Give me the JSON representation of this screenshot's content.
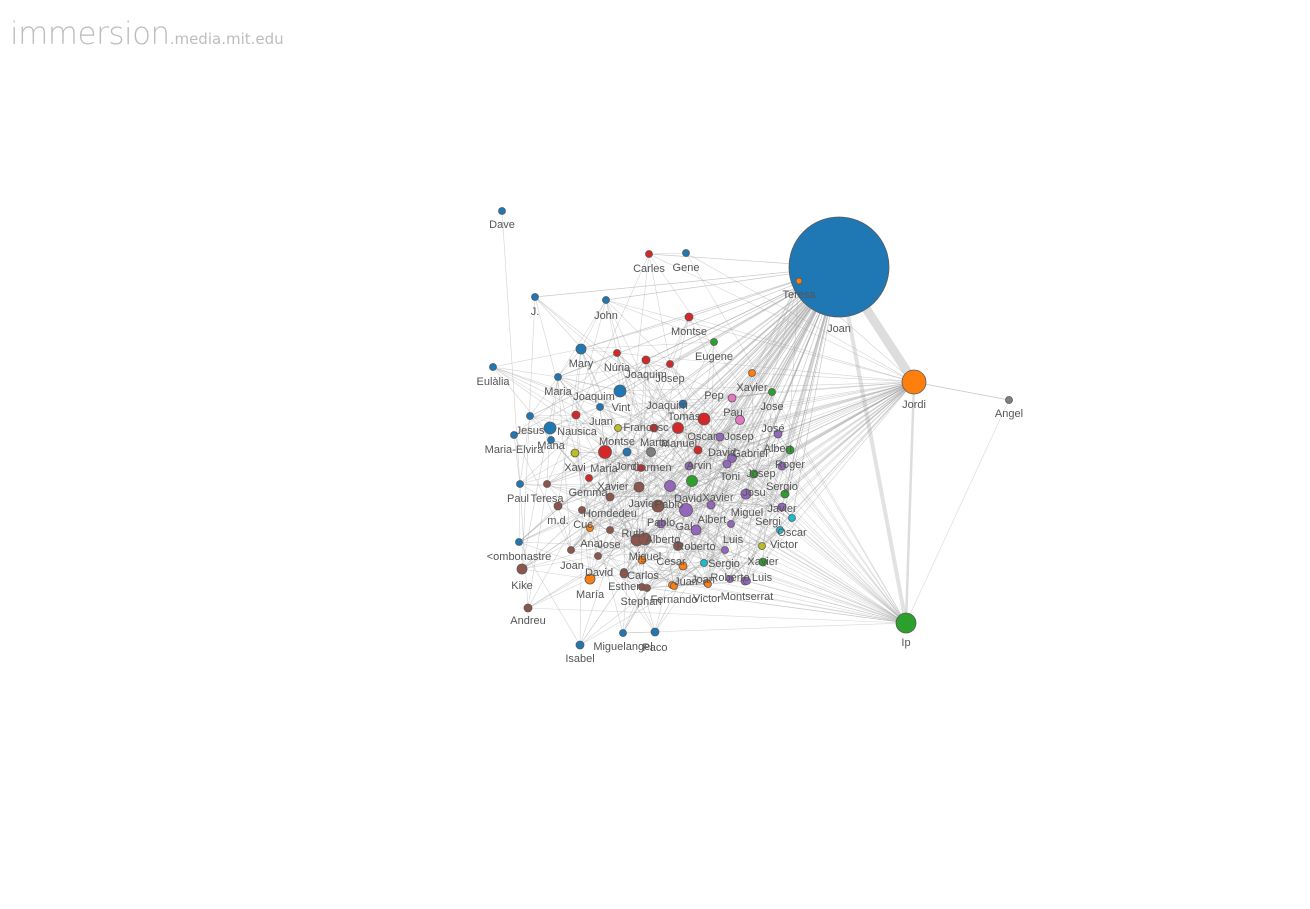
{
  "header": {
    "logo_main": "immersion",
    "logo_domain": ".media.mit.edu"
  },
  "colors": {
    "blue": "#1f77b4",
    "orange": "#ff7f0e",
    "green": "#2ca02c",
    "red": "#d62728",
    "purple": "#9467bd",
    "brown": "#8c564b",
    "pink": "#e377c2",
    "grey": "#7f7f7f",
    "olive": "#bcbd22",
    "cyan": "#17becf",
    "edge": "#9e9e9e"
  },
  "hubs": [
    {
      "id": "joan",
      "label": "Joan",
      "color": "blue"
    },
    {
      "id": "jordi",
      "label": "Jordi",
      "color": "orange"
    },
    {
      "id": "ip",
      "label": "Ip",
      "color": "green"
    },
    {
      "id": "angel",
      "label": "Angel",
      "color": "grey"
    }
  ],
  "contacts": [
    {
      "label": "Dave",
      "color": "blue"
    },
    {
      "label": "Carles",
      "color": "red"
    },
    {
      "label": "Gene",
      "color": "blue"
    },
    {
      "label": "Teresa",
      "color": "orange"
    },
    {
      "label": "J.",
      "color": "blue"
    },
    {
      "label": "John",
      "color": "blue"
    },
    {
      "label": "Montse",
      "color": "red"
    },
    {
      "label": "Eugene",
      "color": "green"
    },
    {
      "label": "Mary",
      "color": "blue"
    },
    {
      "label": "Núria",
      "color": "red"
    },
    {
      "label": "Eulàlia",
      "color": "blue"
    },
    {
      "label": "Joaquim",
      "color": "red"
    },
    {
      "label": "Josep",
      "color": "red"
    },
    {
      "label": "Maria",
      "color": "blue"
    },
    {
      "label": "Joaquim",
      "color": "blue"
    },
    {
      "label": "Xavier",
      "color": "orange"
    },
    {
      "label": "Pep",
      "color": "pink"
    },
    {
      "label": "Vint",
      "color": "blue"
    },
    {
      "label": "Joaquim",
      "color": "blue"
    },
    {
      "label": "Jose",
      "color": "green"
    },
    {
      "label": "Pau",
      "color": "pink"
    },
    {
      "label": "Tomàs",
      "color": "red"
    },
    {
      "label": "Juan",
      "color": "red"
    },
    {
      "label": "Francesc",
      "color": "olive"
    },
    {
      "label": "Jesus",
      "color": "blue"
    },
    {
      "label": "Nausica",
      "color": "blue"
    },
    {
      "label": "José",
      "color": "purple"
    },
    {
      "label": "Oscar",
      "color": "red"
    },
    {
      "label": "Josep",
      "color": "purple"
    },
    {
      "label": "Montse",
      "color": "red"
    },
    {
      "label": "Marta",
      "color": "red"
    },
    {
      "label": "Manuel",
      "color": "grey"
    },
    {
      "label": "Maria-Elvira",
      "color": "blue"
    },
    {
      "label": "Mana",
      "color": "blue"
    },
    {
      "label": "Albert",
      "color": "green"
    },
    {
      "label": "David",
      "color": "red"
    },
    {
      "label": "Gabriel",
      "color": "purple"
    },
    {
      "label": "Xavi",
      "color": "olive"
    },
    {
      "label": "Maria",
      "color": "red"
    },
    {
      "label": "Jordi",
      "color": "blue"
    },
    {
      "label": "Carmen",
      "color": "red"
    },
    {
      "label": "Arvin",
      "color": "purple"
    },
    {
      "label": "Roger",
      "color": "purple"
    },
    {
      "label": "Toni",
      "color": "purple"
    },
    {
      "label": "Josep",
      "color": "green"
    },
    {
      "label": "Paul",
      "color": "blue"
    },
    {
      "label": "Teresa",
      "color": "brown"
    },
    {
      "label": "Gemma",
      "color": "brown"
    },
    {
      "label": "Xavier",
      "color": "brown"
    },
    {
      "label": "Sergio",
      "color": "green"
    },
    {
      "label": "Josu",
      "color": "purple"
    },
    {
      "label": "David",
      "color": "green"
    },
    {
      "label": "Xavier",
      "color": "purple"
    },
    {
      "label": "Javier",
      "color": "brown"
    },
    {
      "label": "Pablo",
      "color": "purple"
    },
    {
      "label": "Javier",
      "color": "purple"
    },
    {
      "label": "m.d.",
      "color": "brown"
    },
    {
      "label": "Homdedeu",
      "color": "brown"
    },
    {
      "label": "Miguel",
      "color": "purple"
    },
    {
      "label": "Sergi",
      "color": "cyan"
    },
    {
      "label": "Cuc",
      "color": "orange"
    },
    {
      "label": "Pablo",
      "color": "purple"
    },
    {
      "label": "Albert",
      "color": "purple"
    },
    {
      "label": "Gal",
      "color": "purple"
    },
    {
      "label": "Ruth",
      "color": "brown"
    },
    {
      "label": "Oscar",
      "color": "cyan"
    },
    {
      "label": "Ana",
      "color": "brown"
    },
    {
      "label": "Jose",
      "color": "brown"
    },
    {
      "label": "Alberto",
      "color": "brown"
    },
    {
      "label": "Luis",
      "color": "purple"
    },
    {
      "label": "<ombonastre",
      "color": "blue"
    },
    {
      "label": "Roberto",
      "color": "brown"
    },
    {
      "label": "Victor",
      "color": "olive"
    },
    {
      "label": "Joan",
      "color": "brown"
    },
    {
      "label": "Miguel",
      "color": "orange"
    },
    {
      "label": "Cesar",
      "color": "orange"
    },
    {
      "label": "Sergio",
      "color": "cyan"
    },
    {
      "label": "Xavier",
      "color": "green"
    },
    {
      "label": "David",
      "color": "brown"
    },
    {
      "label": "Kike",
      "color": "brown"
    },
    {
      "label": "Carlos",
      "color": "brown"
    },
    {
      "label": "Juan",
      "color": "orange"
    },
    {
      "label": "Joan",
      "color": "orange"
    },
    {
      "label": "Roberto",
      "color": "purple"
    },
    {
      "label": "Luis",
      "color": "purple"
    },
    {
      "label": "María",
      "color": "orange"
    },
    {
      "label": "Esther",
      "color": "brown"
    },
    {
      "label": "Stephan",
      "color": "brown"
    },
    {
      "label": "Fernando",
      "color": "orange"
    },
    {
      "label": "Victor",
      "color": "orange"
    },
    {
      "label": "Montserrat",
      "color": "purple"
    },
    {
      "label": "Andreu",
      "color": "brown"
    },
    {
      "label": "Miguelangel",
      "color": "blue"
    },
    {
      "label": "Paco",
      "color": "blue"
    },
    {
      "label": "Isabel",
      "color": "blue"
    }
  ]
}
